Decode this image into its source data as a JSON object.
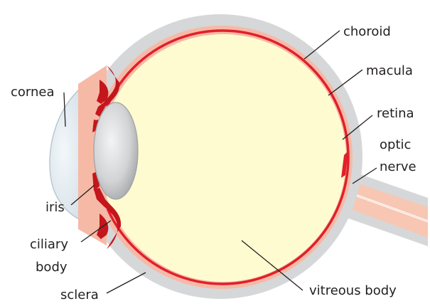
{
  "diagram": {
    "labels": {
      "choroid": "choroid",
      "macula": "macula",
      "retina": "retina",
      "optic_nerve_line1": "optic",
      "optic_nerve_line2": "nerve",
      "cornea": "cornea",
      "iris": "iris",
      "ciliary_body_line1": "ciliary",
      "ciliary_body_line2": "body",
      "sclera": "sclera",
      "vitreous_body": "vitreous body"
    },
    "colors": {
      "sclera": "#d6d7d9",
      "choroid": "#f6b9a6",
      "retina": "#e0202b",
      "vitreous": "#fffbd0",
      "lens": "#d3d4d6",
      "cornea": "#e4eef4",
      "optic_nerve": "#f7c7b3",
      "iris": "#c4161c",
      "leader_line": "#231f20"
    }
  }
}
